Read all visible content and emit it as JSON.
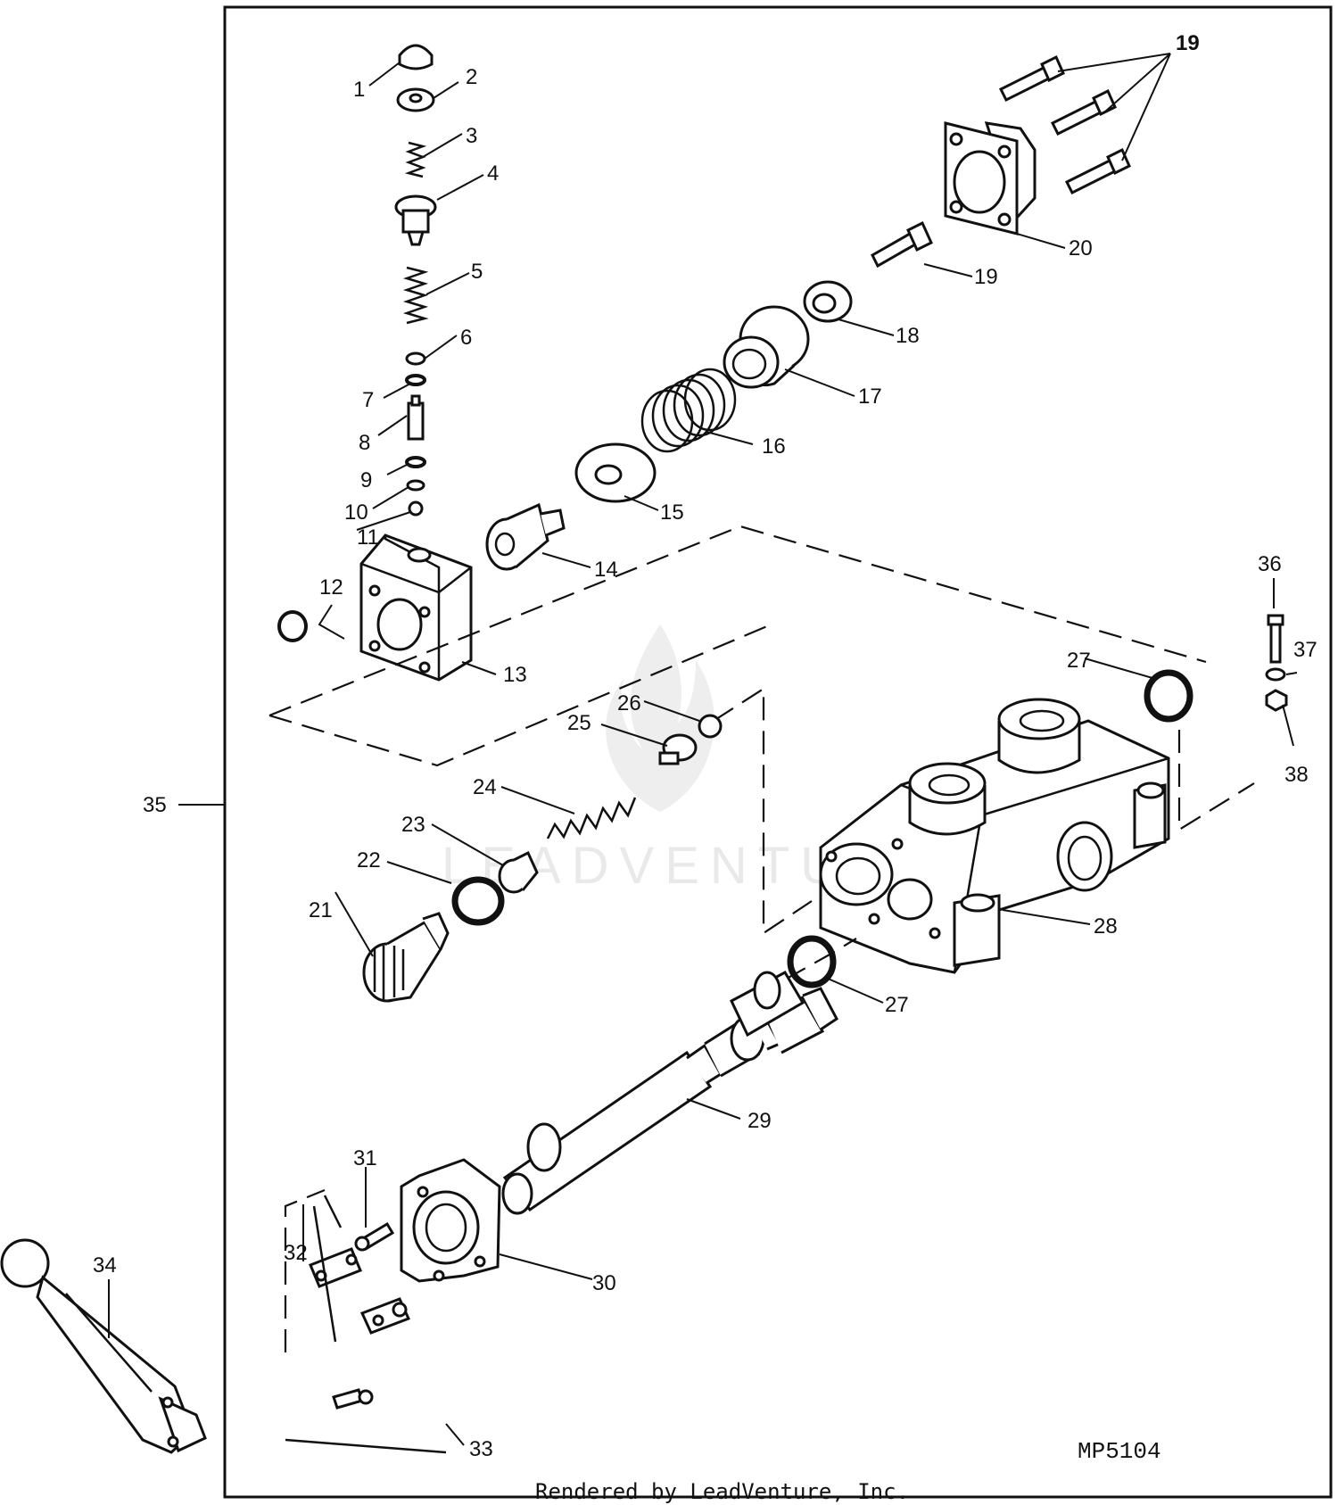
{
  "diagram_id": "MP5104",
  "footer": "Rendered by LeadVenture, Inc.",
  "watermark": "LEADVENTURE",
  "callouts": {
    "c1": "1",
    "c2": "2",
    "c3": "3",
    "c4": "4",
    "c5": "5",
    "c6": "6",
    "c7": "7",
    "c8": "8",
    "c9": "9",
    "c10": "10",
    "c11": "11",
    "c12": "12",
    "c13": "13",
    "c14": "14",
    "c15": "15",
    "c16": "16",
    "c17": "17",
    "c18": "18",
    "c19a": "19",
    "c19b": "19",
    "c20": "20",
    "c21": "21",
    "c22": "22",
    "c23": "23",
    "c24": "24",
    "c25": "25",
    "c26": "26",
    "c27a": "27",
    "c27b": "27",
    "c28": "28",
    "c29": "29",
    "c30": "30",
    "c31": "31",
    "c32": "32",
    "c33": "33",
    "c34": "34",
    "c35": "35",
    "c36": "36",
    "c37": "37",
    "c38": "38"
  }
}
